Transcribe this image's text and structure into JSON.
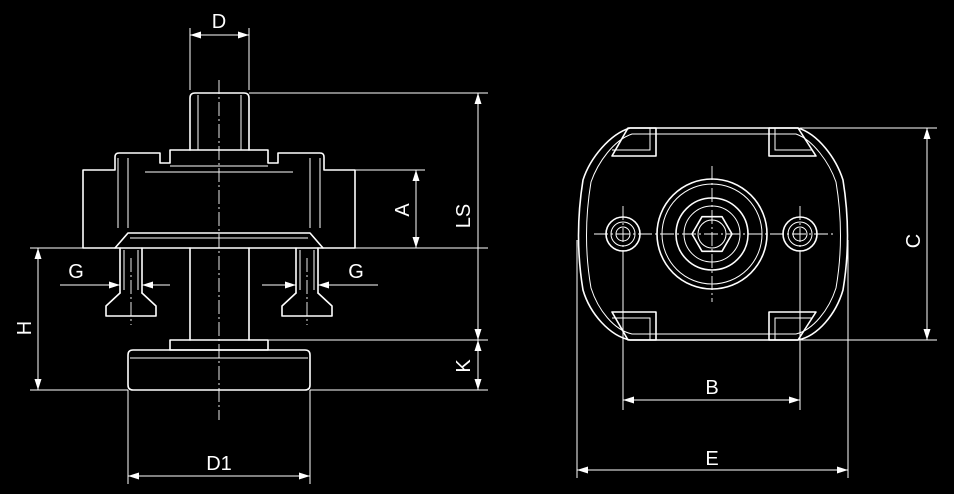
{
  "labels": {
    "D": "D",
    "A": "A",
    "LS": "LS",
    "G_left": "G",
    "G_right": "G",
    "H": "H",
    "K": "K",
    "D1": "D1",
    "B": "B",
    "C": "C",
    "E": "E"
  }
}
